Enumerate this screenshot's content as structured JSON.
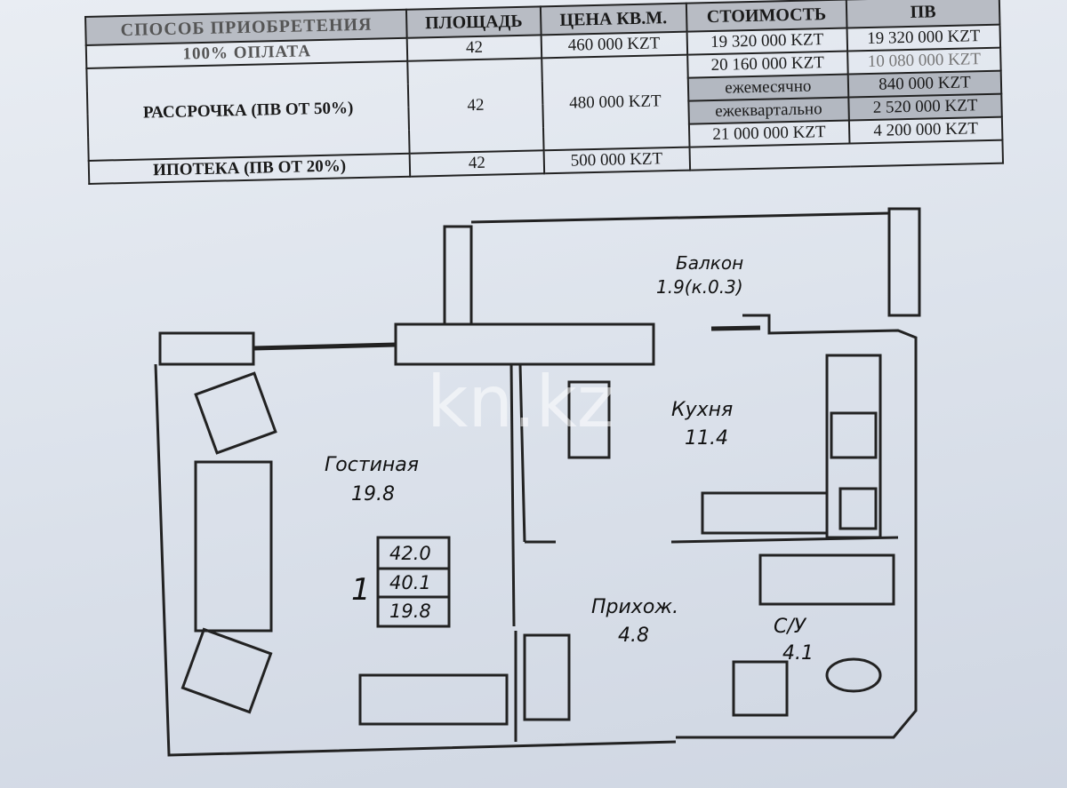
{
  "table": {
    "headers": [
      "СПОСОБ ПРИОБРЕТЕНИЯ",
      "ПЛОЩАДЬ",
      "ЦЕНА КВ.М.",
      "СТОИМОСТЬ",
      "ПВ"
    ],
    "rows": {
      "full": {
        "label": "100% ОПЛАТА",
        "area": "42",
        "price": "460 000 KZT",
        "cost": "19 320 000 KZT",
        "pv": "19 320 000 KZT"
      },
      "installment": {
        "label": "РАССРОЧКА (ПВ ОТ 50%)",
        "area": "42",
        "price": "480 000 KZT",
        "cost": "20 160 000 KZT",
        "pv": "10 080 000 KZT",
        "monthly_label": "ежемесячно",
        "monthly": "840 000 KZT",
        "quarterly_label": "ежеквартально",
        "quarterly": "2 520 000 KZT"
      },
      "mortgage": {
        "label": "ИПОТЕКА (ПВ ОТ 20%)",
        "area": "42",
        "price": "500 000 KZT",
        "cost": "21 000 000 KZT",
        "pv": "4 200 000 KZT"
      }
    }
  },
  "plan": {
    "balcony": {
      "name": "Балкон",
      "area": "1.9(к.0.3)"
    },
    "kitchen": {
      "name": "Кухня",
      "area": "11.4"
    },
    "living": {
      "name": "Гостиная",
      "area": "19.8"
    },
    "hall": {
      "name": "Прихож.",
      "area": "4.8"
    },
    "bath": {
      "name": "С/У",
      "area": "4.1"
    },
    "rooms": "1",
    "areas": [
      "42.0",
      "40.1",
      "19.8"
    ]
  },
  "watermark": "kn.kz"
}
